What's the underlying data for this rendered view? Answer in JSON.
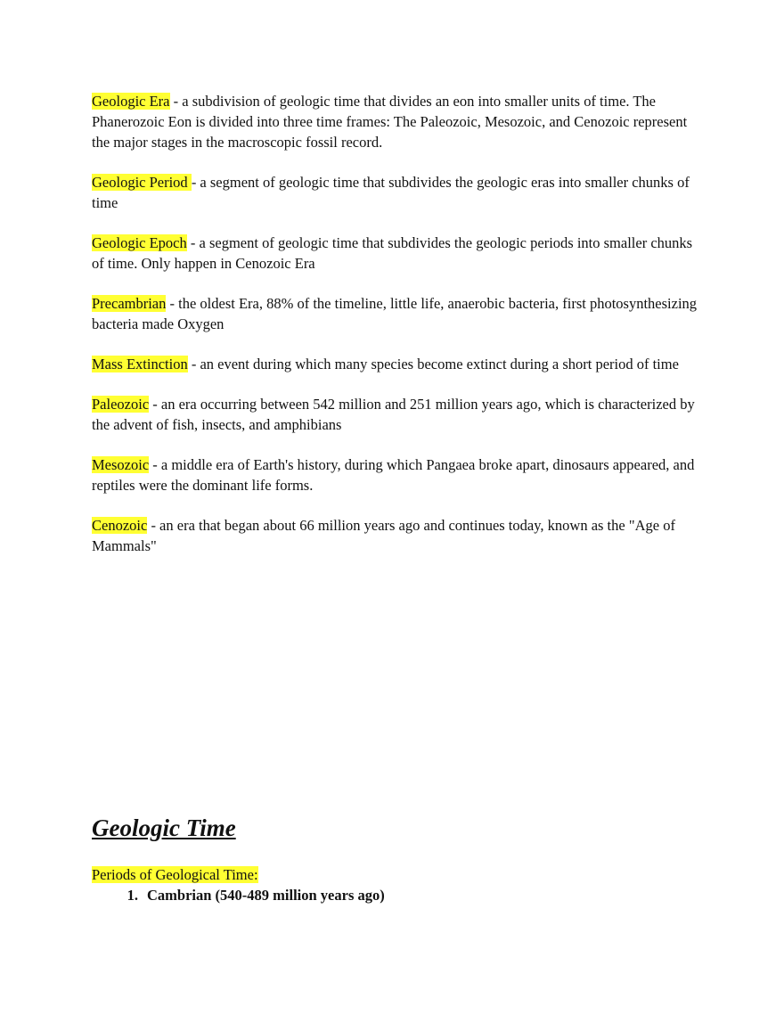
{
  "definitions": [
    {
      "term": "Geologic Era",
      "text": " -  a subdivision of geologic time that divides an eon into smaller units of time. The Phanerozoic Eon is divided into three time frames: The Paleozoic, Mesozoic, and Cenozoic represent the major stages in the macroscopic fossil record."
    },
    {
      "term": "Geologic Period ",
      "text": "- a segment of geologic time that subdivides the geologic eras into smaller chunks of time"
    },
    {
      "term": "Geologic Epoch",
      "text": " - a segment of geologic time that subdivides the geologic periods into smaller chunks of time. Only happen in Cenozoic Era"
    },
    {
      "term": "Precambrian",
      "text": " - the oldest Era, 88% of the timeline, little life, anaerobic bacteria, first photosynthesizing bacteria made Oxygen"
    },
    {
      "term": "Mass Extinction",
      "text": " - an event during which many species become extinct during a short period of time"
    },
    {
      "term": "Paleozoic",
      "text": " - an era occurring between 542 million and 251 million years ago, which is characterized by the advent of fish, insects, and amphibians"
    },
    {
      "term": "Mesozoic",
      "text": " - a middle era of Earth's history, during which Pangaea broke apart, dinosaurs appeared, and reptiles were the dominant life forms."
    },
    {
      "term": "Cenozoic",
      "text": " - an era that began about 66 million years ago and continues today, known as the \"Age of Mammals\""
    }
  ],
  "section": {
    "title": "Geologic Time",
    "periods_label": "Periods of Geological Time:",
    "periods": [
      {
        "number": "1.",
        "label": "Cambrian (540-489 million years ago)"
      }
    ]
  },
  "colors": {
    "highlight": "#ffff33",
    "text": "#111111"
  }
}
